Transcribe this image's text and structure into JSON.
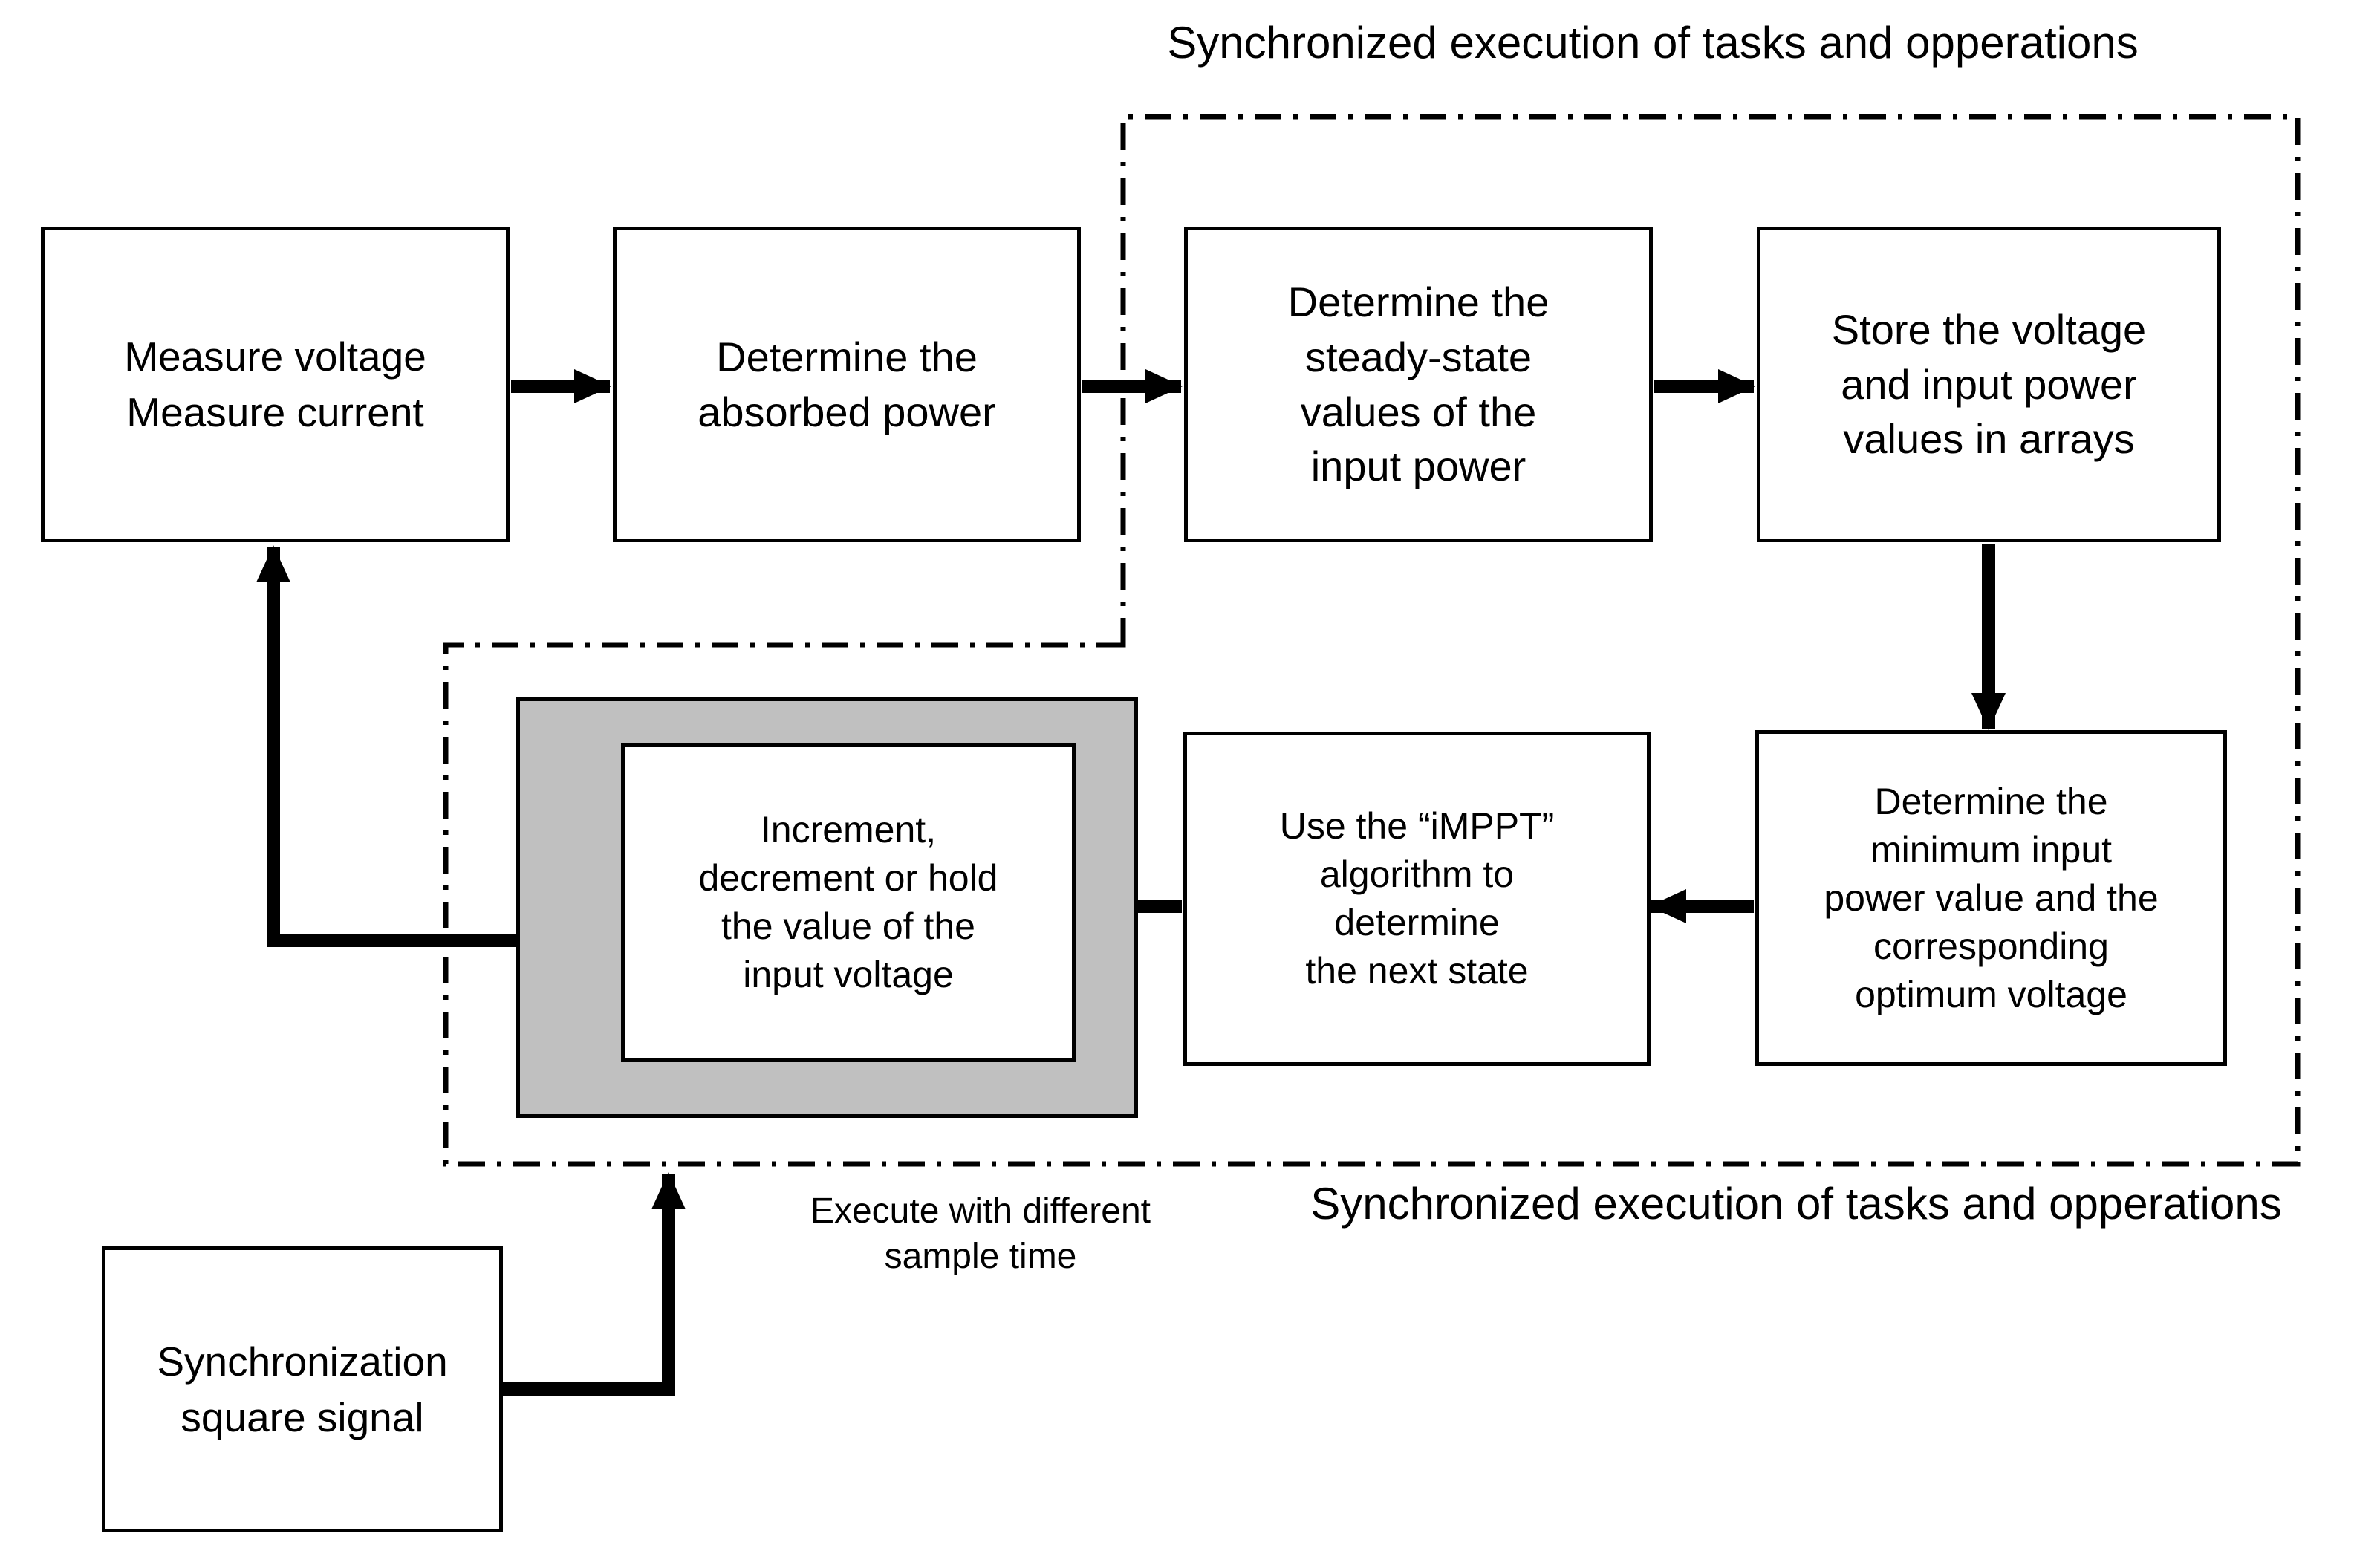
{
  "colors": {
    "highlight_fill": "#C0C0C0",
    "line": "#000000",
    "background": "#FFFFFF"
  },
  "labels": {
    "sync_top": "Synchronized execution of tasks and opperations",
    "sync_bottom": "Synchronized execution of tasks and opperations",
    "execute_note": "Execute with different\nsample time"
  },
  "boxes": {
    "measure": "Measure voltage\nMeasure current",
    "absorbed": "Determine the\nabsorbed power",
    "steady": "Determine the\nsteady-state\nvalues of the\ninput power",
    "store": "Store the voltage\nand input power\nvalues in arrays",
    "minimum": "Determine the\nminimum input\npower value and the\ncorresponding\noptimum voltage",
    "imppt": "Use the “iMPPT”\nalgorithm to\ndetermine\nthe next state",
    "increment": "Increment,\ndecrement or hold\nthe value of the\ninput voltage",
    "sync_signal": "Synchronization\nsquare signal"
  }
}
